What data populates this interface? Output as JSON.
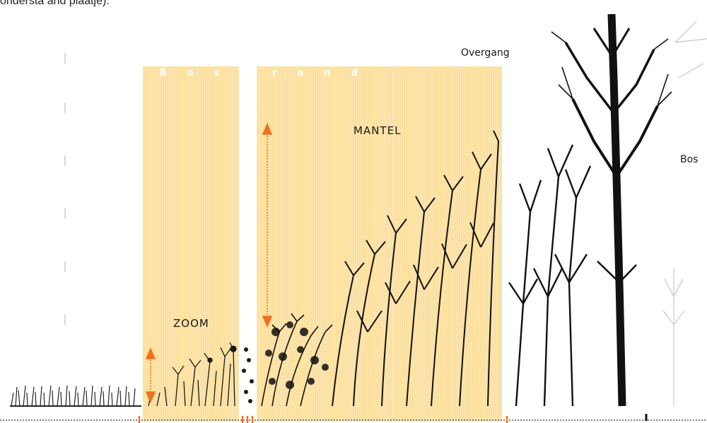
{
  "caption": "ondersta and plaatje).",
  "band_word": {
    "left_letters": "Bos",
    "right_letters": "rand"
  },
  "zones": {
    "zoom": "ZOOM",
    "mantel": "MANTEL",
    "overgang": "Overgang",
    "bos": "Bos"
  },
  "colors": {
    "band": "#fbe0a0",
    "arrow": "#f07020",
    "ink": "#1a1a1a"
  }
}
